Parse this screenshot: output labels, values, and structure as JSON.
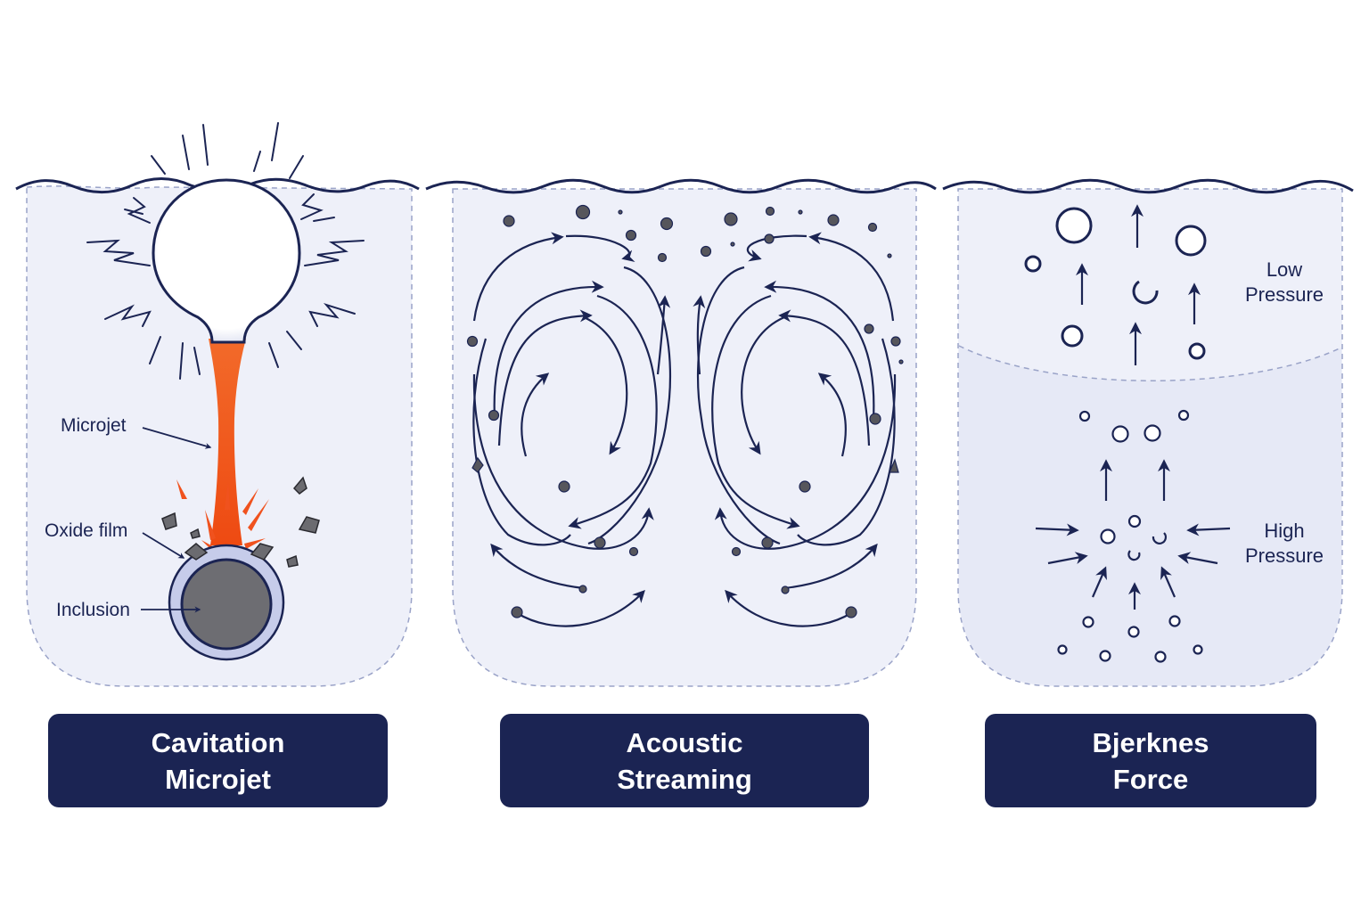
{
  "colors": {
    "navy": "#1b2453",
    "outline": "#1b2453",
    "liquid": "#eef0f9",
    "jet": "#f0521e",
    "inclusion": "#6d6d72",
    "dash": "#9aa3c8"
  },
  "panels": [
    {
      "caption_line1": "Cavitation",
      "caption_line2": "Microjet",
      "labels": {
        "microjet": "Microjet",
        "oxide_film": "Oxide film",
        "inclusion": "Inclusion"
      }
    },
    {
      "caption_line1": "Acoustic",
      "caption_line2": "Streaming"
    },
    {
      "caption_line1": "Bjerknes",
      "caption_line2": "Force",
      "labels": {
        "low_1": "Low",
        "low_2": "Pressure",
        "high_1": "High",
        "high_2": "Pressure"
      }
    }
  ]
}
